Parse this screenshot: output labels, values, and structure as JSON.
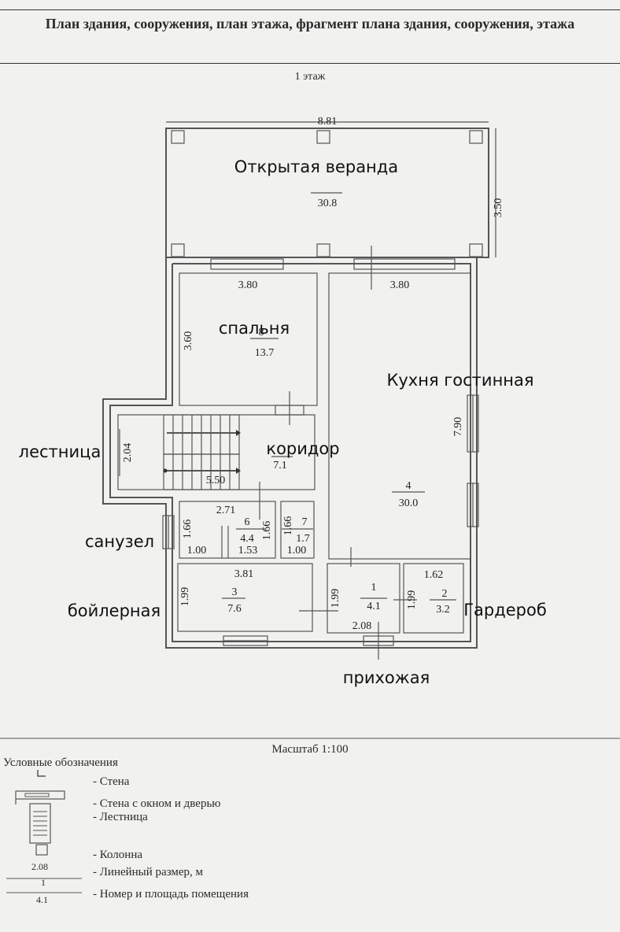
{
  "header": {
    "title": "План здания, сооружения, план этажа, фрагмент плана здания, сооружения, этажа",
    "floor": "1 этаж"
  },
  "plan": {
    "dimensions": {
      "overall_width": "8.81",
      "veranda_depth": "3.50",
      "bedroom_width": "3.80",
      "living_width": "3.80",
      "bedroom_depth": "3.60",
      "living_depth": "7.90",
      "stair_depth": "2.04",
      "stair_length": "5.50",
      "bath_width": "2.71",
      "bath_depth_a": "1.66",
      "bath_depth_b": "1.66",
      "bath_depth_c": "1.66",
      "bath_a_width": "1.00",
      "bath_b_width": "1.53",
      "bath_c_width": "1.00",
      "boiler_width": "3.81",
      "boiler_depth": "1.99",
      "hall_depth": "1.99",
      "hall_width": "2.08",
      "wardrobe_width": "1.62",
      "wardrobe_depth": "1.99"
    },
    "rooms": {
      "veranda": {
        "area": "30.8",
        "label": "Открытая веранда"
      },
      "bedroom": {
        "area": "13.7",
        "label": "спальня",
        "number": "8"
      },
      "living": {
        "number": "4",
        "area": "30.0",
        "label": "Кухня гостинная"
      },
      "corridor": {
        "area": "7.1",
        "label": "коридор"
      },
      "stairs": {
        "label": "лестница"
      },
      "bath6": {
        "number": "6",
        "area": "4.4"
      },
      "bath7": {
        "number": "7",
        "area": "1.7"
      },
      "bath_label": "санузел",
      "boiler": {
        "number": "3",
        "area": "7.6",
        "label": "бойлерная"
      },
      "hall": {
        "number": "1",
        "area": "4.1",
        "label": "прихожая"
      },
      "wardrobe": {
        "number": "2",
        "area": "3.2",
        "label": "Гардероб"
      }
    }
  },
  "scale": "Масштаб 1:100",
  "legend": {
    "title": "Условные обозначения",
    "items": [
      "- Стена",
      "- Стена с окном и дверью",
      "- Лестница",
      "- Колонна",
      "- Линейный размер, м",
      "- Номер и площадь помещения"
    ],
    "sample_dimension": "2.08",
    "sample_number": "1",
    "sample_area": "4.1"
  }
}
